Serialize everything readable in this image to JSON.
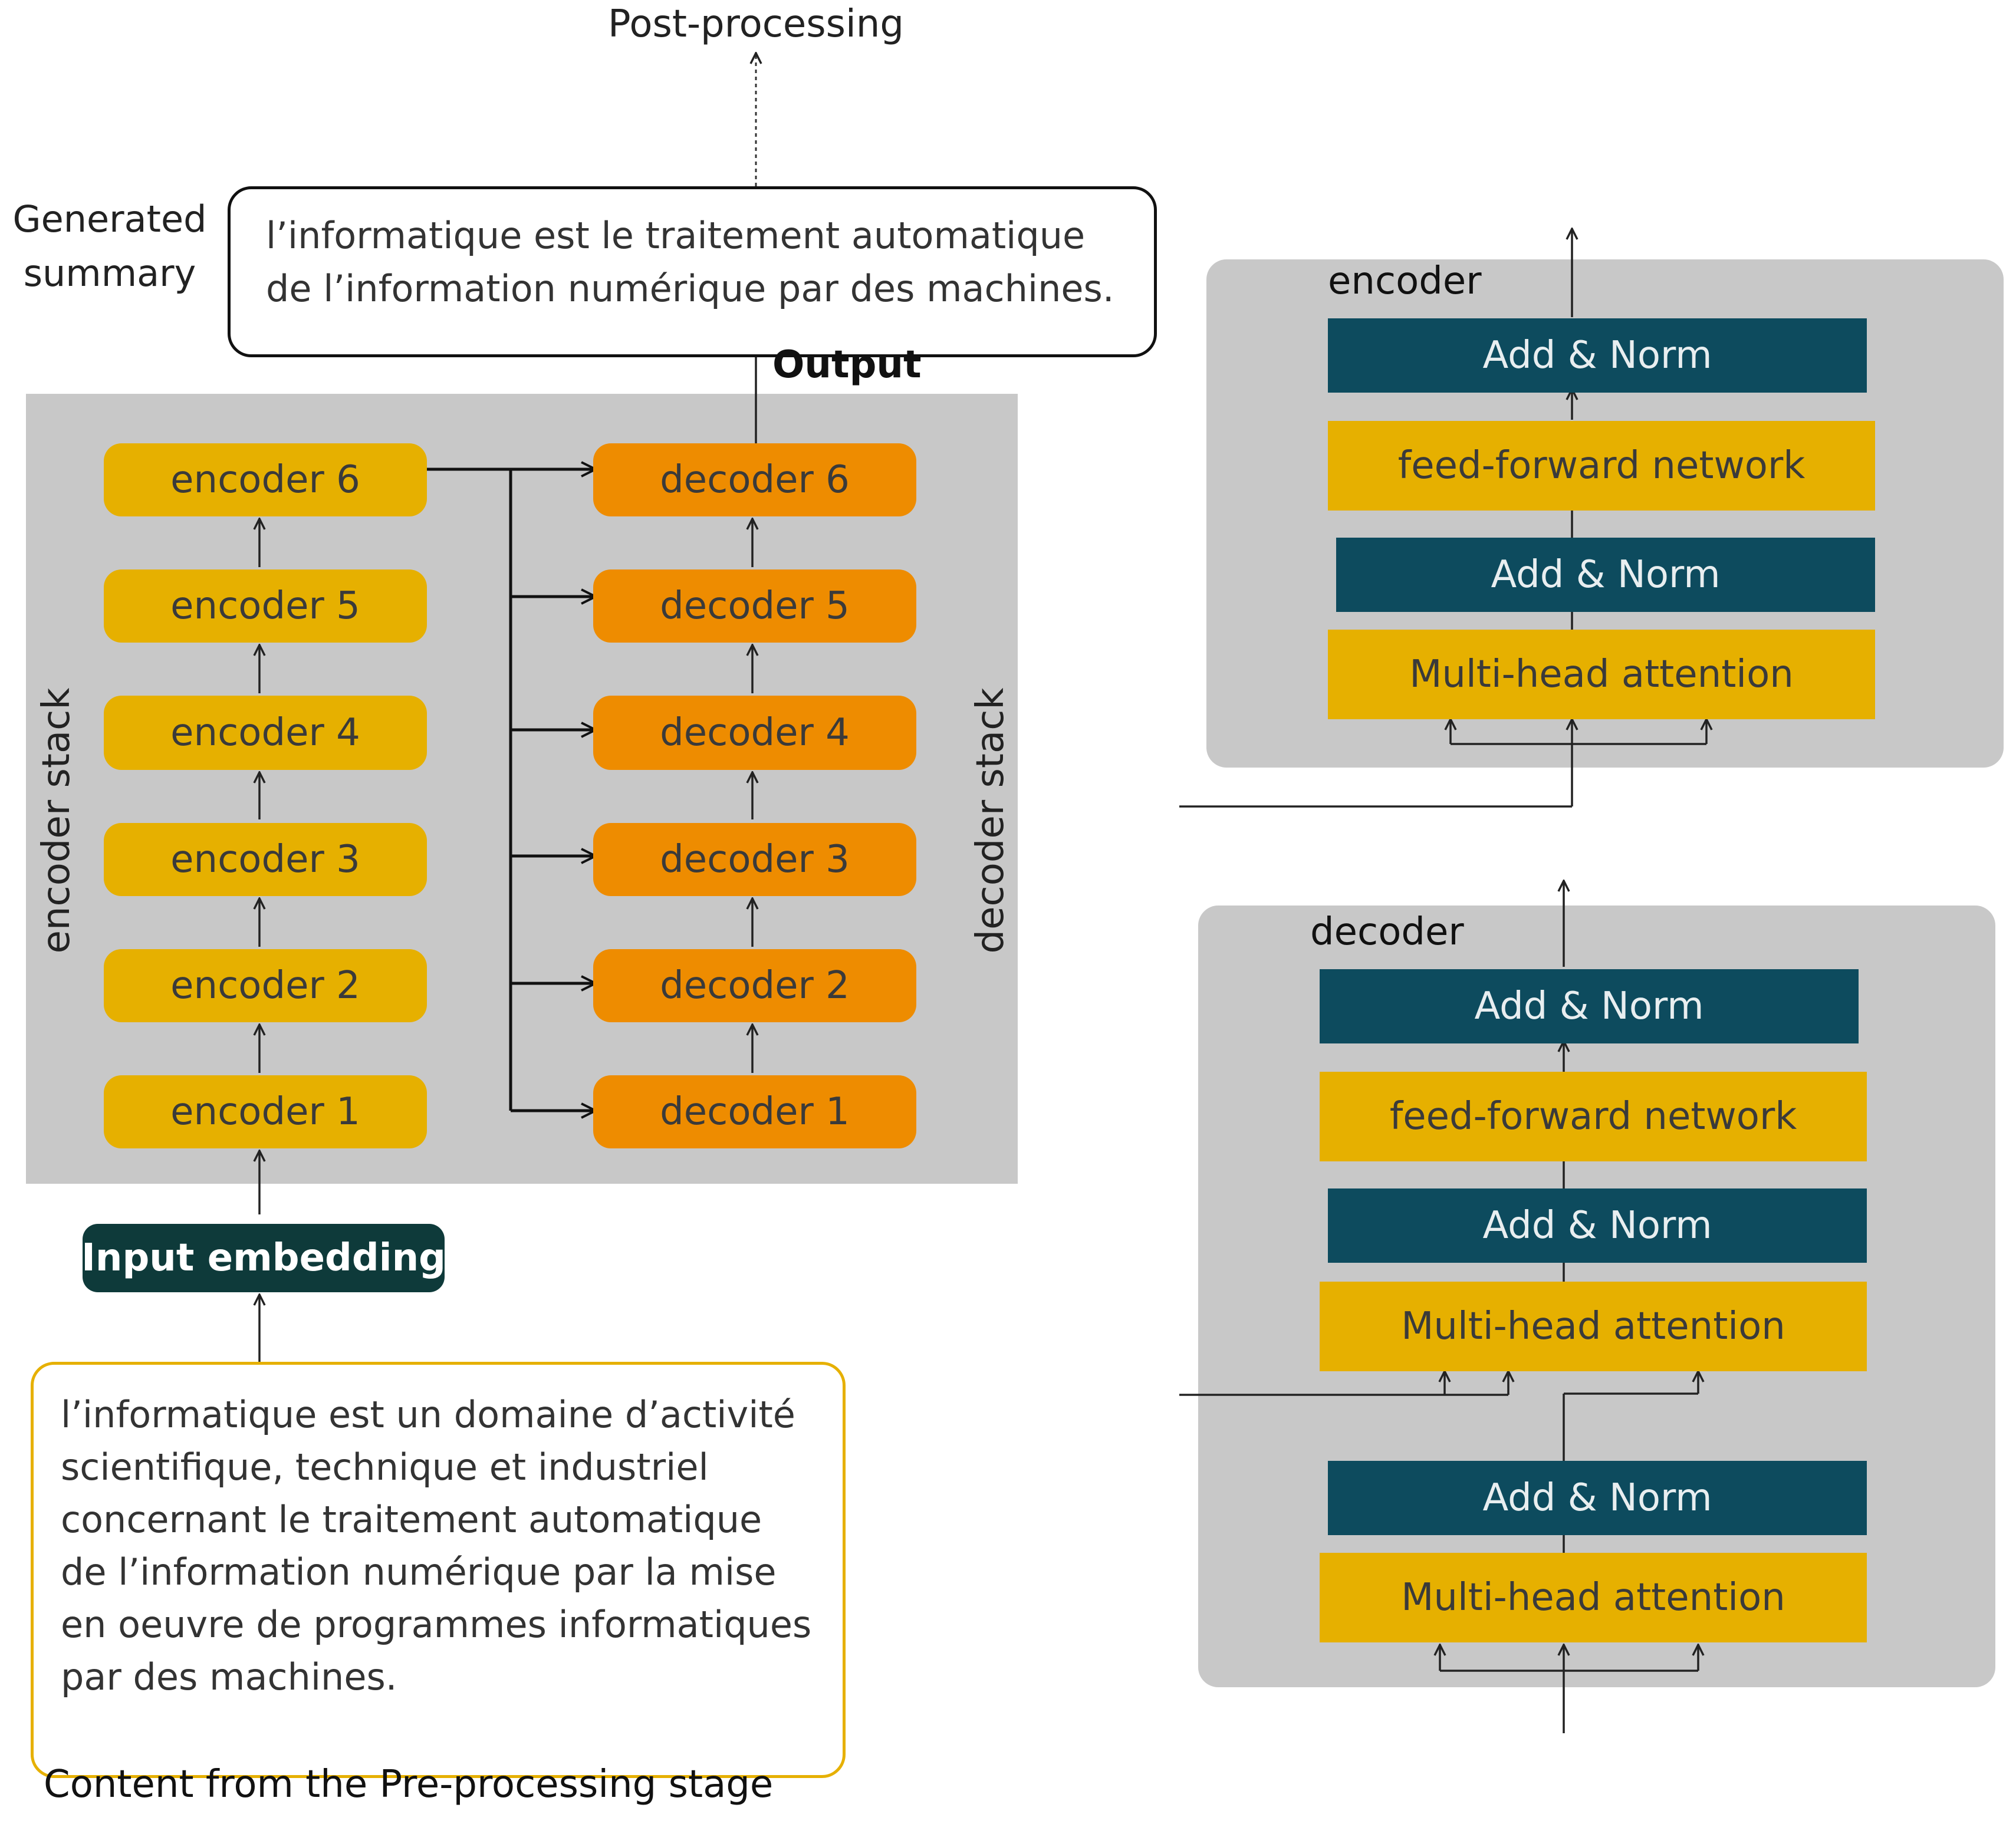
{
  "top_label": "Post-processing",
  "generated_summary": {
    "label_line1": "Generated",
    "label_line2": "summary",
    "text_line1": "l’informatique est le traitement automatique",
    "text_line2": "de l’information numérique par des machines."
  },
  "output_label": "Output",
  "stack": {
    "encoder_stack_label": "encoder stack",
    "decoder_stack_label": "decoder stack",
    "encoders": [
      "encoder 6",
      "encoder 5",
      "encoder 4",
      "encoder 3",
      "encoder 2",
      "encoder 1"
    ],
    "decoders": [
      "decoder 6",
      "decoder 5",
      "decoder 4",
      "decoder 3",
      "decoder 2",
      "decoder 1"
    ]
  },
  "input_embedding": "Input embedding",
  "input_text": [
    "l’informatique est un domaine d’activité",
    "scientifique, technique et industriel",
    "concernant le traitement automatique",
    "de l’information numérique par la mise",
    "en oeuvre de programmes informatiques",
    "par des machines."
  ],
  "source_caption": "Content from the Pre-processing stage",
  "encoder_detail": {
    "title": "encoder",
    "layers": [
      "Add & Norm",
      "feed-forward network",
      "Add & Norm",
      "Multi-head attention"
    ]
  },
  "decoder_detail": {
    "title": "decoder",
    "layers": [
      "Add & Norm",
      "feed-forward network",
      "Add & Norm",
      "Multi-head attention",
      "Add & Norm",
      "Multi-head attention"
    ]
  },
  "colors": {
    "panel": "#c8c8c8",
    "encoder_block": "#e6b000",
    "decoder_block": "#ee8c00",
    "add_norm": "#0d4b5e",
    "input_embedding": "#0e3a3a",
    "input_box_border": "#e6b000"
  }
}
